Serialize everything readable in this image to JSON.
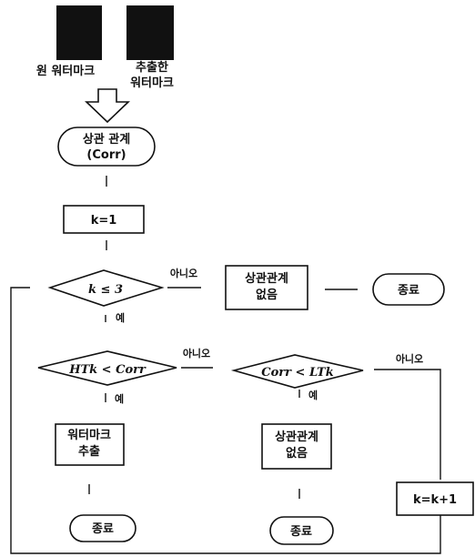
{
  "watermarks": {
    "original_label": "원 워터마크",
    "extracted_label_line1": "추출한",
    "extracted_label_line2": "워터마크"
  },
  "nodes": {
    "corr_line1": "상관 관계",
    "corr_line2": "(Corr)",
    "init": "k=1",
    "cond_k": "k ≤ 3",
    "no_corr_top_line1": "상관관계",
    "no_corr_top_line2": "없음",
    "end_top": "종료",
    "cond_ht": "HTk < Corr",
    "cond_lt": "Corr < LTk",
    "extract_line1": "워터마크",
    "extract_line2": "추출",
    "no_corr_mid_line1": "상관관계",
    "no_corr_mid_line2": "없음",
    "increment": "k=k+1",
    "end_left": "종료",
    "end_mid": "종료"
  },
  "edge_labels": {
    "no": "아니오",
    "yes": "예"
  }
}
